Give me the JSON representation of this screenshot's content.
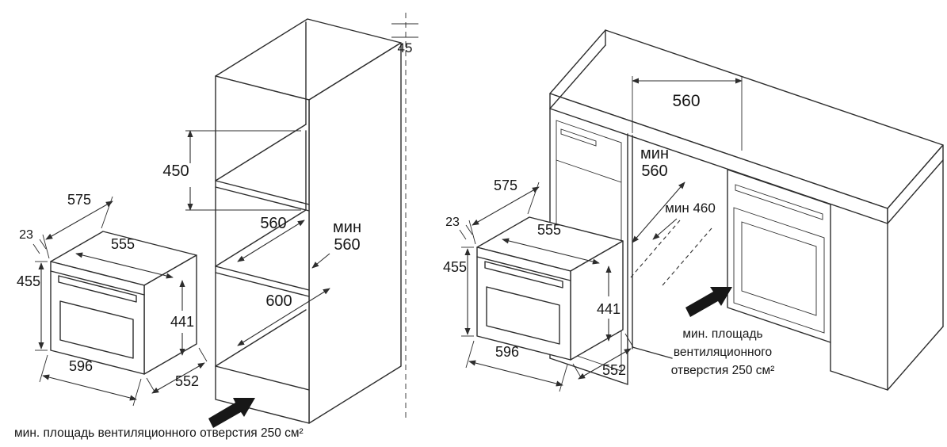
{
  "meta": {
    "background": "#ffffff",
    "line_color": "#2d2d2d",
    "text_color": "#161616"
  },
  "oven_dims": {
    "depth_total": "575",
    "door_offset": "23",
    "body_width": "555",
    "height_total": "455",
    "body_height": "441",
    "width_total": "596",
    "body_depth": "552"
  },
  "left_diagram": {
    "top_gap": "45",
    "niche_height": "450",
    "niche_depth": "560",
    "min_label": "мин",
    "min_value": "560",
    "base_depth": "600",
    "caption": "мин. площадь вентиляционного отверстия 250 см²"
  },
  "right_diagram": {
    "niche_width": "560",
    "min_label": "мин",
    "min_value": "560",
    "min_height": "мин 460",
    "caption_line1": "мин. площадь",
    "caption_line2": "вентиляционного",
    "caption_line3": "отверстия 250 см²"
  }
}
